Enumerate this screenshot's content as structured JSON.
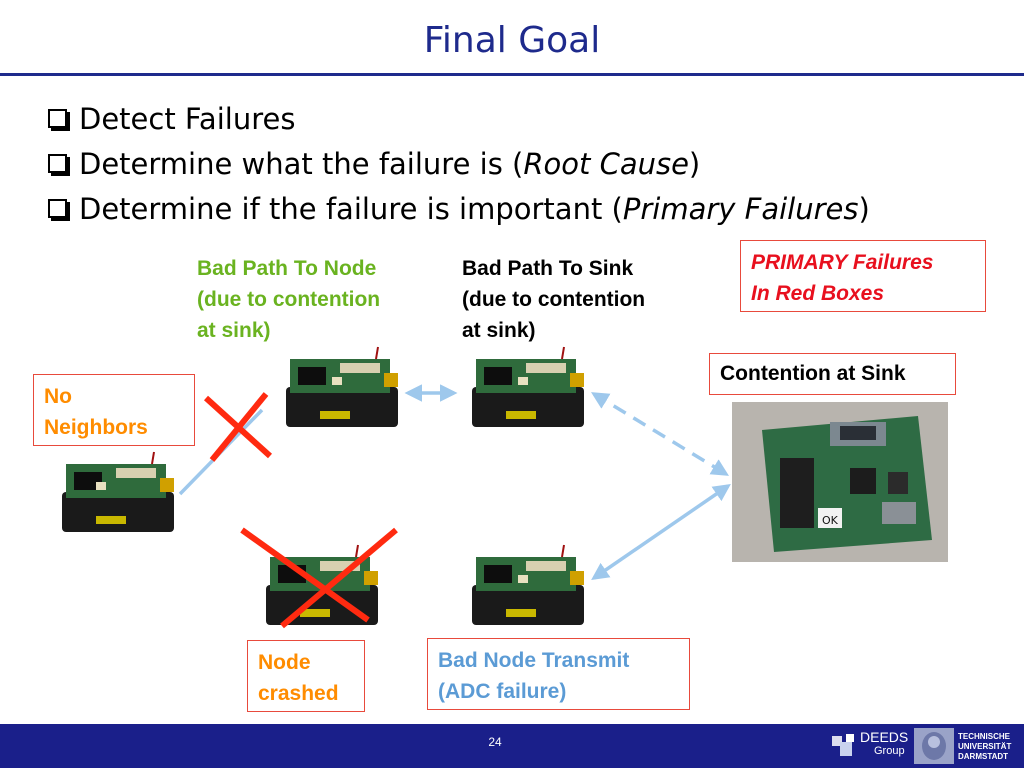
{
  "slide": {
    "title": "Final Goal",
    "page_number": "24"
  },
  "bullets": [
    {
      "text_before": "Detect Failures",
      "italic": "",
      "text_after": ""
    },
    {
      "text_before": "Determine what the failure is (",
      "italic": "Root Cause",
      "text_after": ")"
    },
    {
      "text_before": "Determine if the failure is important (",
      "italic": "Primary Failures",
      "text_after": ")"
    }
  ],
  "labels": {
    "bad_path_to_node": [
      "Bad Path To Node",
      "(due to contention",
      "at sink)"
    ],
    "bad_path_to_sink": [
      "Bad Path To Sink",
      "(due to contention",
      "at sink)"
    ],
    "primary_failures": [
      "PRIMARY Failures",
      "In Red Boxes"
    ],
    "contention_at_sink": "Contention at Sink",
    "no_neighbors": [
      "No",
      "Neighbors"
    ],
    "node_crashed": [
      "Node",
      "crashed"
    ],
    "bad_node_transmit": [
      "Bad Node Transmit",
      "(ADC failure)"
    ],
    "sink_board_ok": "OK"
  },
  "logos": {
    "deeds": [
      "DEEDS",
      "Group"
    ],
    "tu": [
      "TECHNISCHE",
      "UNIVERSITÄT",
      "DARMSTADT"
    ]
  },
  "colors": {
    "title_blue": "#1e2a8c",
    "footer_blue": "#1a1f8a",
    "arrow_blue": "#9ec8ec",
    "cross_red": "#ff2a10",
    "box_border": "#e84a3c"
  }
}
